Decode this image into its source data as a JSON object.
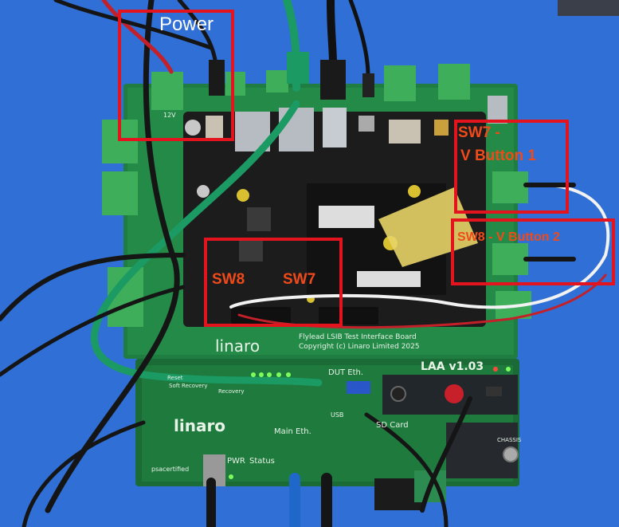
{
  "photo": {
    "annotations": {
      "power": "Power",
      "sw7_top": "SW7 -",
      "v_button_1": "V Button 1",
      "sw8_v_button_2": "SW8 - V Button 2",
      "sw8": "SW8",
      "sw7": "SW7"
    },
    "silkscreen": {
      "linaro_top": "linaro",
      "board_title": "Flylead LSIB Test Interface Board",
      "copyright": "Copyright (c) Linaro Limited 2025",
      "laa_version": "LAA v1.03",
      "dut_eth": "DUT Eth.",
      "main_eth": "Main Eth.",
      "sd_card": "SD Card",
      "usb": "USB",
      "linaro_bottom": "linaro",
      "pwr": "PWR",
      "status": "Status",
      "psacertified": "psacertified",
      "soft_recovery": "Soft Recovery",
      "recovery": "Recovery",
      "reset": "Reset",
      "chassis": "CHASSIS",
      "v12": "12V"
    },
    "colors": {
      "background": "#2f6fd6",
      "annotation_red": "#e3141d",
      "annotation_orange": "#f04a1a",
      "pcb_green": "#1e7a3e",
      "sbc_black": "#1c1c1c"
    }
  }
}
